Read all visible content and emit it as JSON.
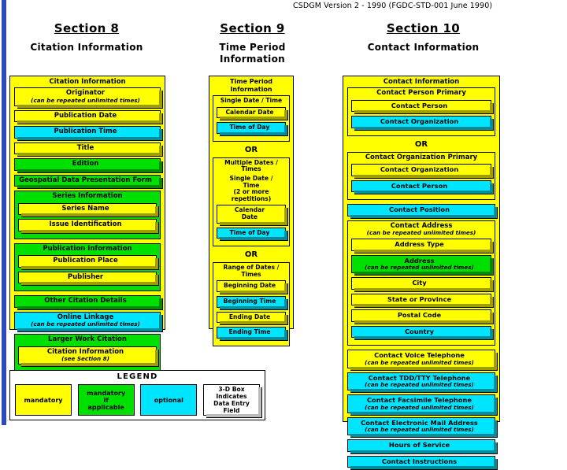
{
  "document": {
    "caption": "CSDGM Version 2 - 1990 (FGDC-STD-001 June 1990)",
    "or_label": "OR",
    "repeat_note": "(can be repeated unlimited times)"
  },
  "sections": [
    {
      "number": "Section 8",
      "name": "Citation Information"
    },
    {
      "number": "Section 9",
      "name": "Time Period\nInformation"
    },
    {
      "number": "Section 10",
      "name": "Contact Information"
    }
  ],
  "section8": {
    "title": "Citation Information",
    "nodes": [
      {
        "label": "Originator",
        "sub": "(can be repeated unlimited times)",
        "type": "field",
        "color": "mandatory"
      },
      {
        "label": "Publication Date",
        "type": "field",
        "color": "mandatory"
      },
      {
        "label": "Publication Time",
        "type": "field",
        "color": "optional"
      },
      {
        "label": "Title",
        "type": "field",
        "color": "mandatory"
      },
      {
        "label": "Edition",
        "type": "field",
        "color": "mandatory-if-applicable"
      },
      {
        "label": "Geospatial Data Presentation Form",
        "type": "field",
        "color": "mandatory-if-applicable"
      },
      {
        "label": "Series Information",
        "type": "group",
        "color": "mandatory-if-applicable",
        "children": [
          {
            "label": "Series Name",
            "type": "field",
            "color": "mandatory"
          },
          {
            "label": "Issue Identification",
            "type": "field",
            "color": "mandatory"
          }
        ]
      },
      {
        "label": "Publication Information",
        "type": "group",
        "color": "mandatory-if-applicable",
        "children": [
          {
            "label": "Publication Place",
            "type": "field",
            "color": "mandatory"
          },
          {
            "label": "Publisher",
            "type": "field",
            "color": "mandatory"
          }
        ]
      },
      {
        "label": "Other Citation Details",
        "type": "field",
        "color": "mandatory-if-applicable"
      },
      {
        "label": "Online Linkage",
        "sub": "(can be repeated unlimited times)",
        "type": "field",
        "color": "optional"
      },
      {
        "label": "Larger Work Citation",
        "type": "group",
        "color": "mandatory-if-applicable",
        "children": [
          {
            "label": "Citation Information",
            "sub": "(see Section 8)",
            "type": "field",
            "color": "mandatory"
          }
        ]
      }
    ]
  },
  "section9": {
    "title": "Time Period\nInformation",
    "nodes": [
      {
        "label": "Single Date / Time",
        "type": "group",
        "color": "mandatory",
        "children": [
          {
            "label": "Calendar Date",
            "type": "field",
            "color": "mandatory"
          },
          {
            "label": "Time of Day",
            "type": "field",
            "color": "optional"
          }
        ]
      },
      {
        "label": "OR",
        "type": "or"
      },
      {
        "label": "Multiple Dates /\nTimes",
        "type": "group",
        "color": "mandatory",
        "children": [
          {
            "label": "Single Date /\nTime",
            "sub": "(2 or more\nrepetitions)",
            "type": "text"
          },
          {
            "label": "Calendar\nDate",
            "type": "field",
            "color": "mandatory"
          },
          {
            "label": "Time of Day",
            "type": "field",
            "color": "optional"
          }
        ]
      },
      {
        "label": "OR",
        "type": "or"
      },
      {
        "label": "Range of Dates /\nTimes",
        "type": "group",
        "color": "mandatory",
        "children": [
          {
            "label": "Beginning Date",
            "type": "field",
            "color": "mandatory"
          },
          {
            "label": "Beginning Time",
            "type": "field",
            "color": "optional"
          },
          {
            "label": "Ending Date",
            "type": "field",
            "color": "mandatory"
          },
          {
            "label": "Ending Time",
            "type": "field",
            "color": "optional"
          }
        ]
      }
    ]
  },
  "section10": {
    "title": "Contact Information",
    "nodes": [
      {
        "label": "Contact Person Primary",
        "type": "group",
        "color": "mandatory",
        "children": [
          {
            "label": "Contact Person",
            "type": "field",
            "color": "mandatory"
          },
          {
            "label": "Contact Organization",
            "type": "field",
            "color": "optional"
          }
        ]
      },
      {
        "label": "OR",
        "type": "or"
      },
      {
        "label": "Contact Organization Primary",
        "type": "group",
        "color": "mandatory",
        "children": [
          {
            "label": "Contact Organization",
            "type": "field",
            "color": "mandatory"
          },
          {
            "label": "Contact Person",
            "type": "field",
            "color": "optional"
          }
        ]
      },
      {
        "label": "Contact Position",
        "type": "field",
        "color": "optional"
      },
      {
        "label": "Contact Address",
        "sub": "(can be repeated unlimited times)",
        "type": "group",
        "color": "mandatory",
        "children": [
          {
            "label": "Address Type",
            "type": "field",
            "color": "mandatory"
          },
          {
            "label": "Address",
            "sub": "(can be repeated unlimited times)",
            "type": "field",
            "color": "mandatory-if-applicable"
          },
          {
            "label": "City",
            "type": "field",
            "color": "mandatory"
          },
          {
            "label": "State or Province",
            "type": "field",
            "color": "mandatory"
          },
          {
            "label": "Postal Code",
            "type": "field",
            "color": "mandatory"
          },
          {
            "label": "Country",
            "type": "field",
            "color": "optional"
          }
        ]
      },
      {
        "label": "Contact Voice Telephone",
        "sub": "(can be repeated unlimited times)",
        "type": "field",
        "color": "mandatory"
      },
      {
        "label": "Contact TDD/TTY Telephone",
        "sub": "(can be repeated unlimited times)",
        "type": "field",
        "color": "optional"
      },
      {
        "label": "Contact Facsimile Telephone",
        "sub": "(can be repeated unlimited times)",
        "type": "field",
        "color": "optional"
      },
      {
        "label": "Contact Electronic Mail Address",
        "sub": "(can be repeated unlimited times)",
        "type": "field",
        "color": "optional"
      },
      {
        "label": "Hours of Service",
        "type": "field",
        "color": "optional"
      },
      {
        "label": "Contact Instructions",
        "type": "field",
        "color": "optional"
      }
    ]
  },
  "legend": {
    "title": "LEGEND",
    "items": [
      {
        "label": "mandatory",
        "color": "mandatory"
      },
      {
        "label": "mandatory\nif\napplicable",
        "color": "mandatory-if-applicable"
      },
      {
        "label": "optional",
        "color": "optional"
      },
      {
        "label": "3-D Box\nIndicates\nData Entry\nField",
        "color": "note"
      }
    ]
  },
  "colors": {
    "mandatory": "#ffff00",
    "mandatory-if-applicable": "#00e000",
    "optional": "#00e5ff",
    "rail": "#2d4bbd",
    "outline": "#000000",
    "page": "#ffffff"
  }
}
